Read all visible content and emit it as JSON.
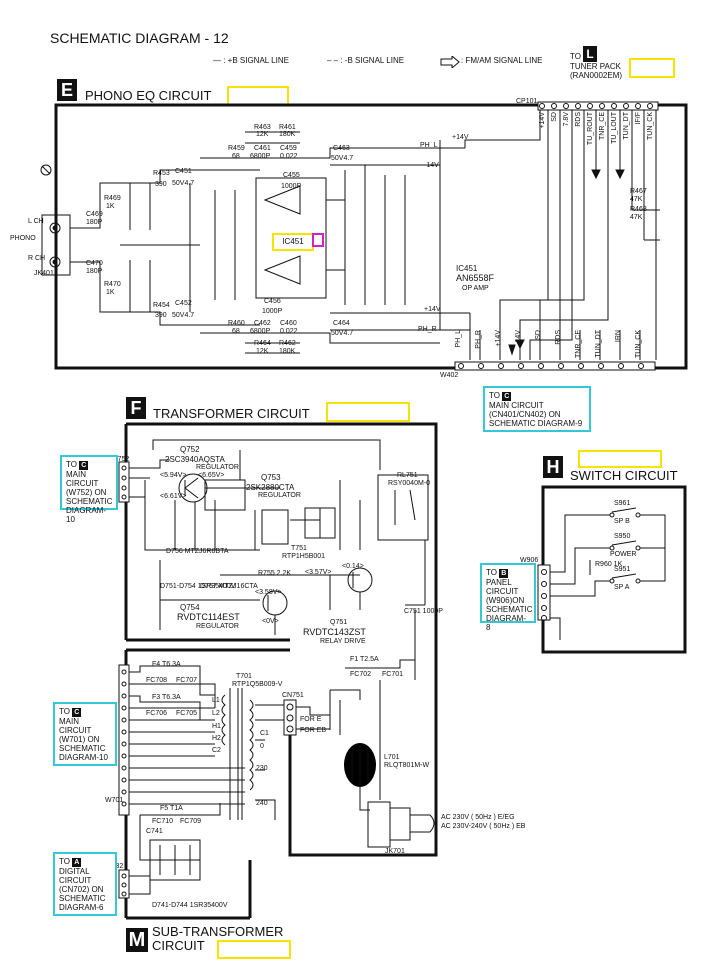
{
  "page": {
    "title": "SCHEMATIC DIAGRAM - 12"
  },
  "legend": {
    "plus_b": "— : +B SIGNAL LINE",
    "minus_b": "– – : -B SIGNAL LINE",
    "fm_am": ": FM/AM SIGNAL LINE"
  },
  "tuner_pack": {
    "to": "TO",
    "letter": "L",
    "line1": "TUNER PACK",
    "line2": "(RAN0002EM)"
  },
  "sections": {
    "phono": {
      "letter": "E",
      "title": "PHONO EQ CIRCUIT"
    },
    "transformer": {
      "letter": "F",
      "title": "TRANSFORMER CIRCUIT"
    },
    "switch": {
      "letter": "H",
      "title": "SWITCH CIRCUIT"
    },
    "sub_transformer": {
      "letter": "M",
      "title_line1": "SUB-TRANSFORMER",
      "title_line2": "CIRCUIT"
    }
  },
  "phono": {
    "ic_label": "IC451",
    "ic_name": "IC451",
    "ic_part": "AN6558F",
    "ic_desc": "OP AMP",
    "cp": "CP101",
    "jk": "JK401",
    "phono_in": "PHONO",
    "lch": "L CH",
    "rch": "R CH",
    "plus14": "+14V",
    "minus14": "-14V",
    "ph_l": "PH_L",
    "ph_r": "PH_R",
    "w402": "W402",
    "cp_pins": [
      "+14V",
      "SD",
      "7.8V",
      "RDS",
      "TU_ROUT",
      "TNR_CE",
      "TU_LOUT",
      "TUN_DT",
      "IF/F",
      "TUN_CK"
    ],
    "w_pins": [
      "PH_L",
      "PH_R",
      "+14V",
      "-14V",
      "SD",
      "RDS",
      "TNR_CE",
      "TUN_DT",
      "IRN",
      "TUN_CK"
    ],
    "components": [
      {
        "ref": "R463",
        "val": "12K"
      },
      {
        "ref": "R461",
        "val": "180K"
      },
      {
        "ref": "R459",
        "val": "68"
      },
      {
        "ref": "C461",
        "val": "6800P"
      },
      {
        "ref": "C459",
        "val": "0.022"
      },
      {
        "ref": "C463",
        "val": "50V4.7"
      },
      {
        "ref": "R453",
        "val": "390"
      },
      {
        "ref": "C451",
        "val": "50V4.7"
      },
      {
        "ref": "C455",
        "val": "1000P"
      },
      {
        "ref": "R469",
        "val": "1K"
      },
      {
        "ref": "C469",
        "val": "180P"
      },
      {
        "ref": "R470",
        "val": "1K"
      },
      {
        "ref": "C470",
        "val": "180P"
      },
      {
        "ref": "R454",
        "val": "390"
      },
      {
        "ref": "C452",
        "val": "50V4.7"
      },
      {
        "ref": "C456",
        "val": "1000P"
      },
      {
        "ref": "R460",
        "val": "68"
      },
      {
        "ref": "C462",
        "val": "6800P"
      },
      {
        "ref": "C460",
        "val": "0.022"
      },
      {
        "ref": "R464",
        "val": "12K"
      },
      {
        "ref": "R462",
        "val": "180K"
      },
      {
        "ref": "C464",
        "val": "50V4.7"
      },
      {
        "ref": "R467",
        "val": "47K"
      },
      {
        "ref": "R468",
        "val": "47K"
      }
    ]
  },
  "transformer": {
    "q752": {
      "ref": "Q752",
      "part": "2SC3940AQSTA",
      "role": "REGULATOR"
    },
    "q753": {
      "ref": "Q753",
      "part": "2SK2880CTA",
      "role": "REGULATOR"
    },
    "q754": {
      "ref": "Q754",
      "part": "RVDTC114EST",
      "role": "REGULATOR"
    },
    "q751": {
      "ref": "Q751",
      "part": "RVDTC143ZST",
      "role": "RELAY DRIVE"
    },
    "rl751": {
      "ref": "RL751",
      "part": "RSY0040M-0"
    },
    "t751": {
      "ref": "T751",
      "part": "RTP1H5B001"
    },
    "t701": {
      "ref": "T701",
      "part": "RTP1Q5B009-V"
    },
    "l701": {
      "ref": "L701",
      "part": "RLQT801M-W"
    },
    "d756": "D756 MTZJ6R8BTA",
    "d757": "D757 MTZJ16CTA",
    "d751": "D751-D754 1SR35400V",
    "d741": "D741-D744 1SR35400V",
    "r755": "R755 2.2K",
    "volt_a": "<5.94V>",
    "volt_b": "<6.65V>",
    "volt_c": "<6.61V>",
    "volt_d": "<3.57V>",
    "volt_e": "<0.14>",
    "volt_f": "<3.58V>",
    "volt_g": "<0V>",
    "fuse_f4": "F4  T6.3A",
    "fuse_f3": "F3  T6.3A",
    "fuse_f5": "F5    T1A",
    "fuse_f1": "F1    T2.5A",
    "fc": [
      "FC708",
      "FC707",
      "FC706",
      "FC705",
      "FC710",
      "FC709",
      "FC702",
      "FC701"
    ],
    "cn751": "CN751",
    "for_e": "FOR E",
    "for_eb": "FOR EB",
    "w752": "W752",
    "w701": "W701",
    "w732": "W732",
    "jk701": "JK701",
    "c741": "C741",
    "c751": "C751 1000P",
    "ac1": "AC 230V   ( 50Hz ) E/EG",
    "ac2": "AC 230V-240V  ( 50Hz ) EB",
    "taps": [
      "L1",
      "L2",
      "H1",
      "H2",
      "C1",
      "C2",
      "0",
      "230",
      "240"
    ]
  },
  "switch": {
    "w906": "W906",
    "s961": "S961",
    "s961_label": "SP B",
    "s950": "S950",
    "s950_label": "POWER",
    "s951": "S951",
    "s951_label": "SP A",
    "r960": "R960 1K"
  },
  "connectors": {
    "main_cn401": {
      "to": "TO",
      "letter": "C",
      "lines": [
        "MAIN CIRCUIT",
        "(CN401/CN402) ON",
        "SCHEMATIC DIAGRAM-9"
      ]
    },
    "main_w752": {
      "to": "TO",
      "letter": "C",
      "lines": [
        "MAIN",
        "CIRCUIT",
        "(W752) ON",
        "SCHEMATIC",
        "DIAGRAM-10"
      ]
    },
    "panel_w906": {
      "to": "TO",
      "letter": "B",
      "lines": [
        "PANEL",
        "CIRCUIT",
        "(W906)ON",
        "SCHEMATIC",
        "DIAGRAM-8"
      ]
    },
    "main_w701": {
      "to": "TO",
      "letter": "C",
      "lines": [
        "MAIN",
        "CIRCUIT",
        "(W701) ON",
        "SCHEMATIC",
        "DIAGRAM-10"
      ]
    },
    "digital_cn702": {
      "to": "TO",
      "letter": "A",
      "lines": [
        "DIGITAL",
        "CIRCUIT",
        "(CN702) ON",
        "SCHEMATIC",
        "DIAGRAM-6"
      ]
    }
  },
  "colors": {
    "cyan": "#35c7d8",
    "yellow": "#f5e400",
    "magenta": "#d020c8"
  }
}
